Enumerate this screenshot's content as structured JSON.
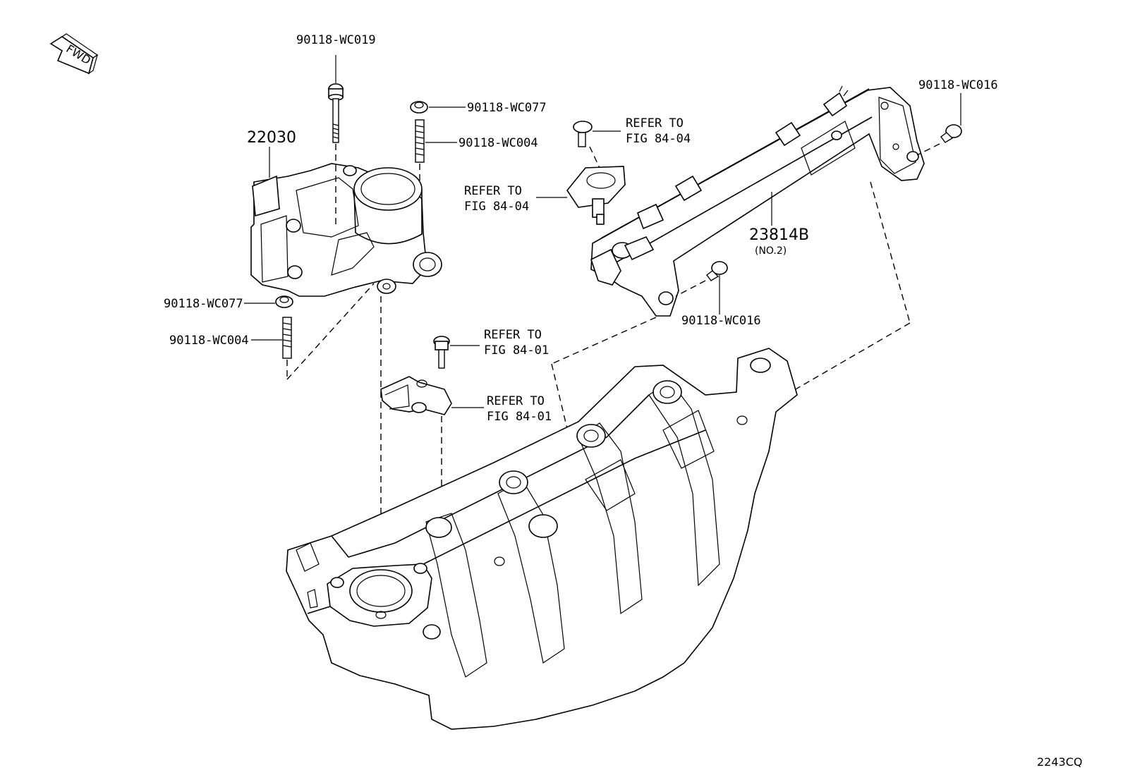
{
  "fwd_label": "FWD",
  "diagram_code": "2243CQ",
  "callouts": {
    "bolt_top": "90118-WC019",
    "nut_top": "90118-WC077",
    "stud_top": "90118-WC004",
    "throttle_body": "22030",
    "nut_left": "90118-WC077",
    "stud_left": "90118-WC004",
    "bolt_rail_right": "90118-WC016",
    "bolt_rail_mid": "90118-WC016",
    "fuel_rail": "23814B",
    "fuel_rail_note": "(NO.2)",
    "refer_a_line1": "REFER TO",
    "refer_a_line2": "FIG 84-04",
    "refer_b_line1": "REFER TO",
    "refer_b_line2": "FIG 84-04",
    "refer_c_line1": "REFER TO",
    "refer_c_line2": "FIG 84-01",
    "refer_d_line1": "REFER TO",
    "refer_d_line2": "FIG 84-01"
  }
}
